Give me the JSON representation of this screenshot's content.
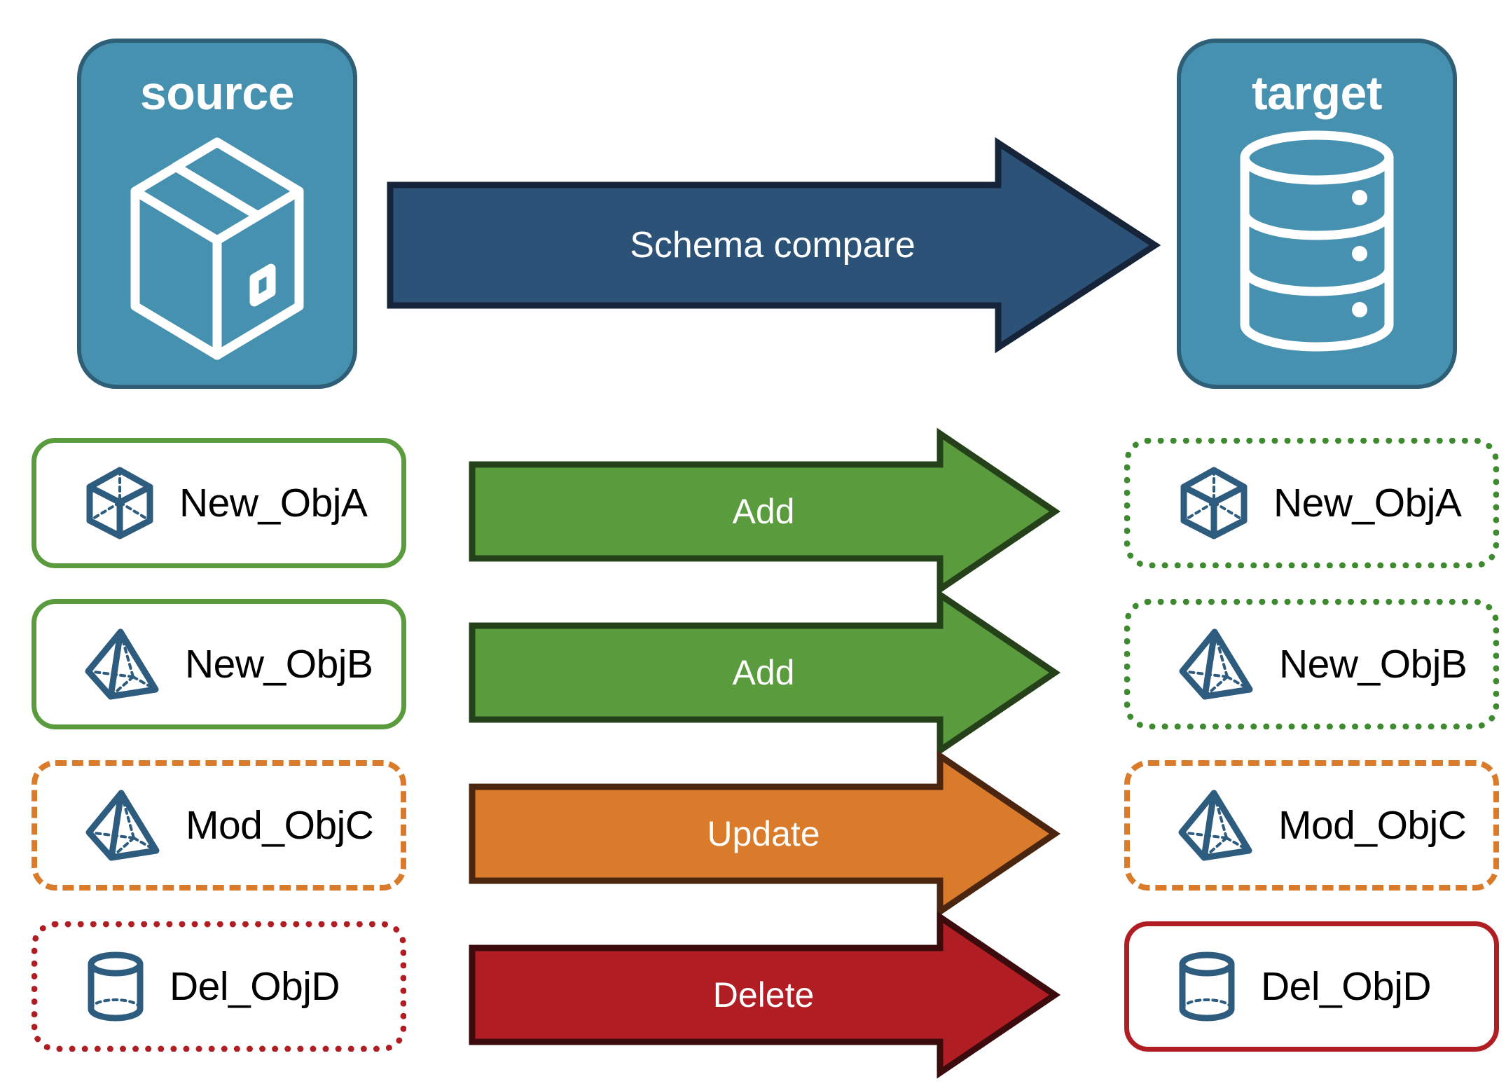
{
  "diagram": {
    "title": "Schema compare source to target",
    "endpoints": [
      {
        "id": "source",
        "label": "source",
        "icon": "package-box-icon"
      },
      {
        "id": "target",
        "label": "target",
        "icon": "database-cylinder-icon"
      }
    ],
    "main_arrow": {
      "label": "Schema compare",
      "fill": "#2C5277",
      "stroke": "#16243A"
    },
    "rows": [
      {
        "source_label": "New_ObjA",
        "target_label": "New_ObjA",
        "action": "Add",
        "icon": "wireframe-cube-icon",
        "arrow_fill": "#5A9B3E",
        "arrow_stroke": "#24411A",
        "source_border": "solid green",
        "target_border": "dotted green"
      },
      {
        "source_label": "New_ObjB",
        "target_label": "New_ObjB",
        "action": "Add",
        "icon": "wireframe-pyramid-icon",
        "arrow_fill": "#5A9B3E",
        "arrow_stroke": "#24411A",
        "source_border": "solid green",
        "target_border": "dotted green"
      },
      {
        "source_label": "Mod_ObjC",
        "target_label": "Mod_ObjC",
        "action": "Update",
        "icon": "wireframe-pyramid-icon",
        "arrow_fill": "#D97B2B",
        "arrow_stroke": "#4A2510",
        "source_border": "dashed orange",
        "target_border": "dashed orange"
      },
      {
        "source_label": "Del_ObjD",
        "target_label": "Del_ObjD",
        "action": "Delete",
        "icon": "wireframe-cylinder-icon",
        "arrow_fill": "#B01E24",
        "arrow_stroke": "#3B0B0D",
        "source_border": "dotted red",
        "target_border": "solid red"
      }
    ],
    "colors": {
      "endpoint_fill": "#4690B0",
      "endpoint_stroke": "#2E5F77",
      "icon_blue": "#2D5C7F",
      "add_green": "#5A9B3E",
      "update_orange": "#D97B2B",
      "delete_red": "#B01E24",
      "compare_navy": "#2C5277",
      "text_white": "#FFFFFF",
      "text_black": "#000000"
    }
  }
}
